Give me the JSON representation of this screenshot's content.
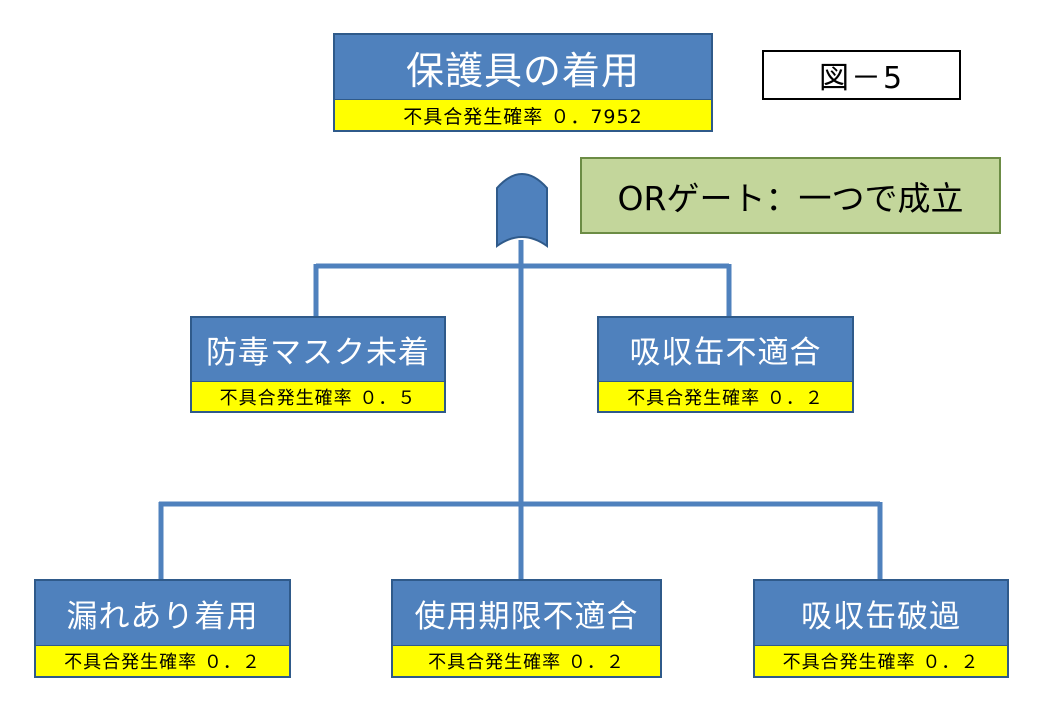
{
  "figure_label": "図－5",
  "gate_note": "ORゲート：一つで成立",
  "colors": {
    "node_fill": "#4f81bd",
    "node_border": "#2f5a8a",
    "probability_fill": "#ffff00",
    "gate_note_fill": "#c3d69b",
    "connector": "#4f81bd"
  },
  "top_event": {
    "label": "保護具の着用",
    "probability": "不具合発生確率 ０．7952"
  },
  "events": [
    {
      "label": "防毒マスク未着",
      "probability": "不具合発生確率 ０．５"
    },
    {
      "label": "吸収缶不適合",
      "probability": "不具合発生確率 ０．２"
    },
    {
      "label": "漏れあり着用",
      "probability": "不具合発生確率 ０．２"
    },
    {
      "label": "使用期限不適合",
      "probability": "不具合発生確率 ０．２"
    },
    {
      "label": "吸収缶破過",
      "probability": "不具合発生確率 ０．２"
    }
  ]
}
